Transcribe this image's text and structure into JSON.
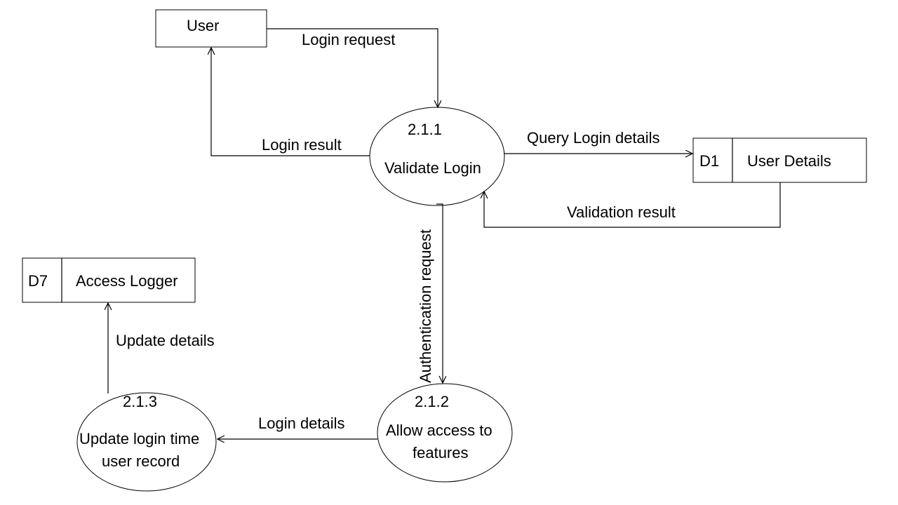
{
  "diagram": {
    "external_entity": {
      "label": "User"
    },
    "processes": [
      {
        "id": "2.1.1",
        "label_lines": [
          "Validate Login"
        ]
      },
      {
        "id": "2.1.2",
        "label_lines": [
          "Allow access to",
          "features"
        ]
      },
      {
        "id": "2.1.3",
        "label_lines": [
          "Update login time",
          "user record"
        ]
      }
    ],
    "data_stores": [
      {
        "id": "D1",
        "label": "User Details"
      },
      {
        "id": "D7",
        "label": "Access Logger"
      }
    ],
    "flows": {
      "login_request": "Login request",
      "login_result": "Login result",
      "query_login_details": "Query Login details",
      "validation_result": "Validation result",
      "authentication_request": "Authentication request",
      "login_details": "Login details",
      "update_details": "Update details"
    }
  }
}
